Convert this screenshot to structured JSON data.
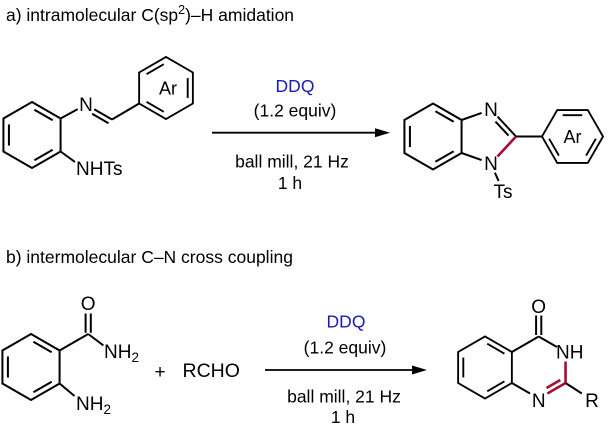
{
  "colors": {
    "bond": "#000000",
    "highlight_red": "#a10f36",
    "reagent_blue": "#1b1bb3",
    "background": "#ffffff"
  },
  "a": {
    "title": {
      "pre": "a) intramolecular C(sp",
      "sup": "2",
      "post": ")–H amidation"
    },
    "reactant": {
      "imine_n": "N",
      "ar": "Ar",
      "nhts": "NHTs"
    },
    "conditions": {
      "reagent": "DDQ",
      "equiv": "(1.2 equiv)",
      "cond1": "ball mill, 21 Hz",
      "cond2": "1 h"
    },
    "product": {
      "n_top": "N",
      "n_bottom": "N",
      "ts": "Ts",
      "ar": "Ar"
    }
  },
  "b": {
    "title": "b) intermolecular C–N cross coupling",
    "reactant1": {
      "o": "O",
      "amide_nh": "NH",
      "amide_sub": "2",
      "amine_nh": "NH",
      "amine_sub": "2"
    },
    "plus": "+",
    "reactant2": "RCHO",
    "conditions": {
      "reagent": "DDQ",
      "equiv": "(1.2 equiv)",
      "cond1": "ball mill, 21 Hz",
      "cond2": "1 h"
    },
    "product": {
      "o": "O",
      "nh": "NH",
      "n": "N",
      "r": "R"
    }
  }
}
